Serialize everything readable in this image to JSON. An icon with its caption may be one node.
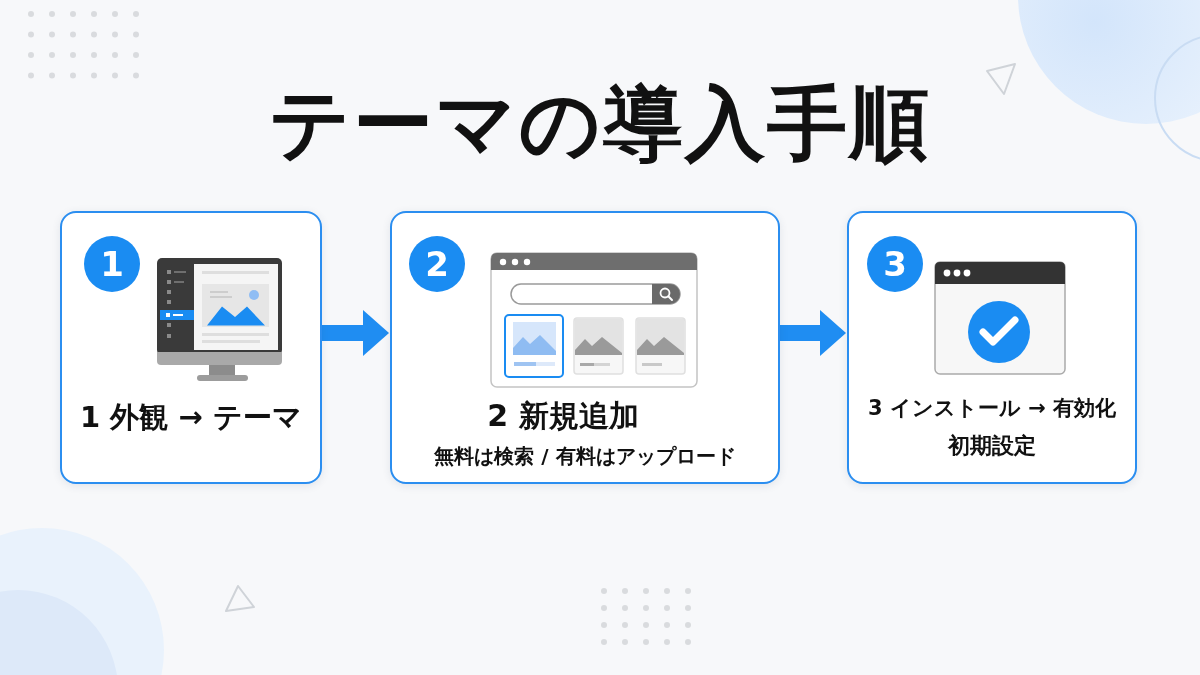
{
  "diagram": {
    "title": "テーマの導入手順",
    "nodes": [
      {
        "text": [
          "1 外観 → テーマ"
        ]
      },
      {
        "text": [
          "1"
        ],
        "in": 0
      },
      {
        "text": [
          "2 新規追加",
          "無料は検索 / 有料はアップロード"
        ]
      },
      {
        "text": [
          "2"
        ],
        "in": 2
      },
      {
        "text": [
          "3 インストール → 有効化",
          "初期設定"
        ]
      },
      {
        "text": [
          "3"
        ],
        "in": 4
      }
    ],
    "edges": [
      {
        "from": 0,
        "to": 2,
        "arrow": "to"
      },
      {
        "from": 2,
        "to": 4,
        "arrow": "to"
      }
    ]
  }
}
